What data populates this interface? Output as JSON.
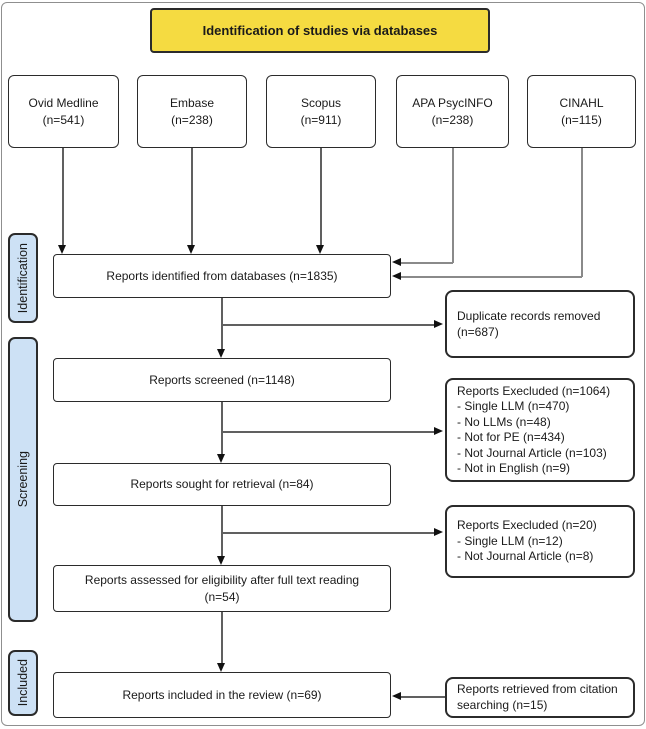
{
  "colors": {
    "header_fill": "#F5DB41",
    "label_fill": "#CDE1F5",
    "box_border": "#2b2b2b",
    "connector": "#606060",
    "arrowhead": "#111111"
  },
  "header": {
    "title": "Identification of studies via databases"
  },
  "side_labels": [
    {
      "label": "Identification"
    },
    {
      "label": "Screening"
    },
    {
      "label": "Included"
    }
  ],
  "databases": [
    {
      "name": "Ovid Medline",
      "count": "(n=541)"
    },
    {
      "name": "Embase",
      "count": "(n=238)"
    },
    {
      "name": "Scopus",
      "count": "(n=911)"
    },
    {
      "name": "APA PsycINFO",
      "count": "(n=238)"
    },
    {
      "name": "CINAHL",
      "count": "(n=115)"
    }
  ],
  "flow": {
    "identified": "Reports identified from databases (n=1835)",
    "screened": "Reports screened (n=1148)",
    "sought": "Reports sought for retrieval (n=84)",
    "assessed": "Reports assessed for eligibility after full text reading (n=54)",
    "included": "Reports included in the review (n=69)"
  },
  "side_boxes": {
    "duplicates": "Duplicate records removed (n=687)",
    "excluded1": {
      "title": "Reports Execluded (n=1064)",
      "items": [
        "- Single LLM (n=470)",
        "- No LLMs (n=48)",
        "- Not for PE (n=434)",
        "- Not Journal Article (n=103)",
        "- Not in English (n=9)"
      ]
    },
    "excluded2": {
      "title": "Reports Execluded (n=20)",
      "items": [
        "- Single LLM (n=12)",
        "- Not Journal Article (n=8)"
      ]
    },
    "citation": "Reports retrieved from citation searching (n=15)"
  }
}
